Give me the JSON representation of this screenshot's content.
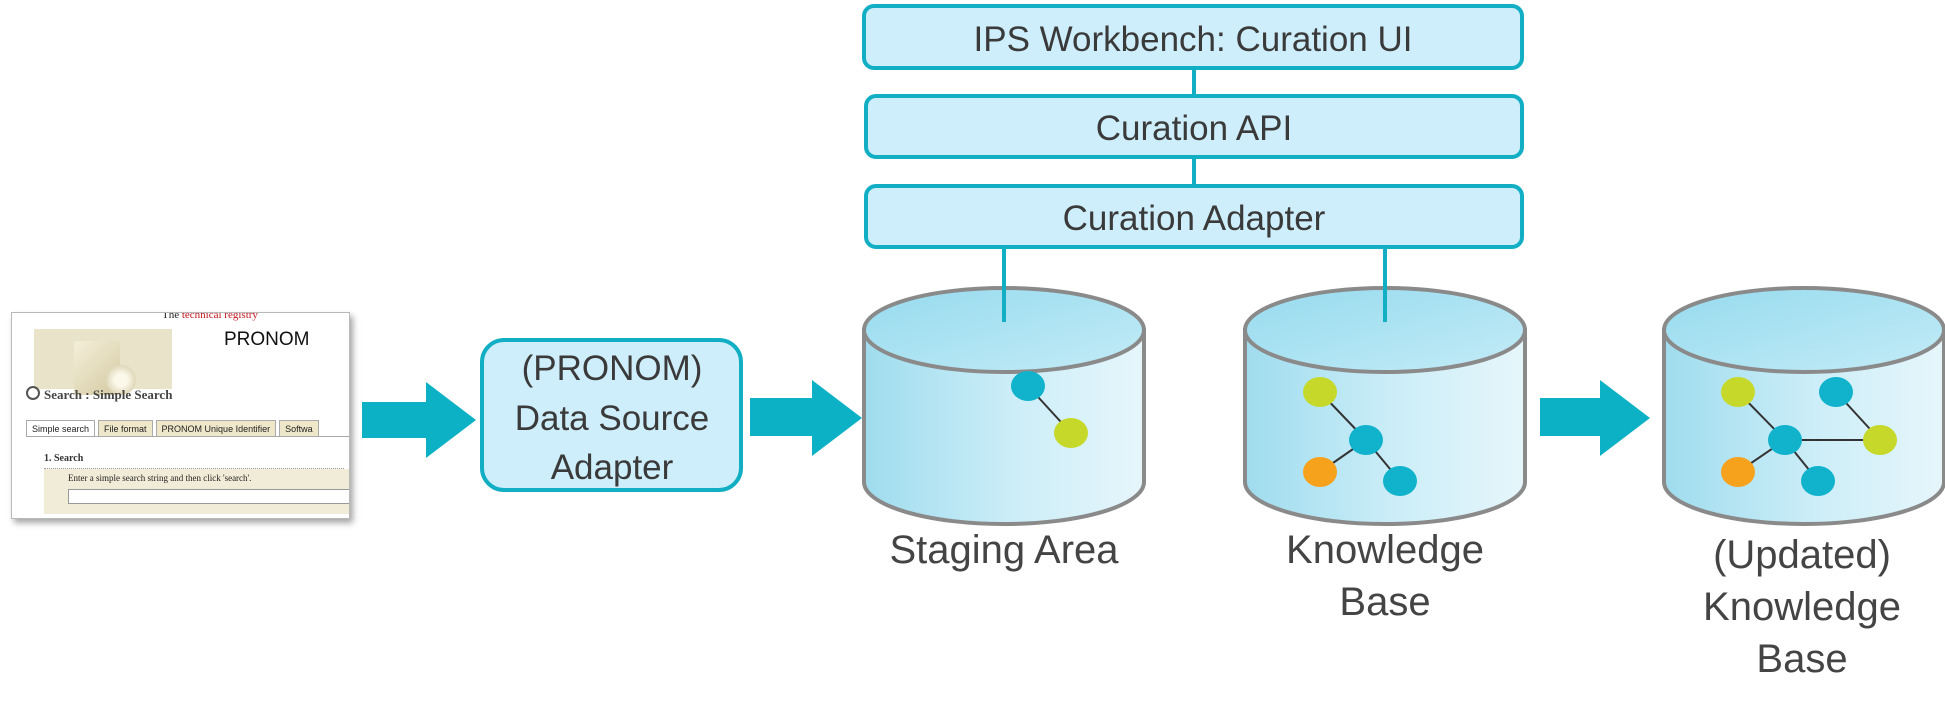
{
  "pronom_screenshot": {
    "registry_tagline_prefix": "The",
    "registry_tagline_highlight": "technical registry",
    "brand": "PRONOM",
    "search_heading": "Search : Simple Search",
    "tabs": [
      "Simple search",
      "File format",
      "PRONOM Unique Identifier",
      "Softwa"
    ],
    "step_heading": "1. Search",
    "hint": "Enter a simple search string and then click 'search'."
  },
  "adapter": {
    "lines": [
      "(PRONOM)",
      "Data Source",
      "Adapter"
    ]
  },
  "stack": {
    "workbench": "IPS Workbench: Curation UI",
    "api": "Curation API",
    "curation_adapter": "Curation Adapter"
  },
  "stores": {
    "staging": {
      "lines": [
        "Staging Area"
      ]
    },
    "knowledge_base": {
      "lines": [
        "Knowledge",
        "Base"
      ]
    },
    "updated_kb": {
      "lines": [
        "(Updated)",
        "Knowledge",
        "Base"
      ]
    }
  },
  "colors": {
    "arrow": "#0cb1c6",
    "box_fill": "#cdeefa",
    "box_stroke": "#12afc4",
    "cylinder_top": "#a9e2f2",
    "cylinder_body": "#cbeef8",
    "cylinder_stroke": "#8a8a8a",
    "node_teal": "#11b2cc",
    "node_lime": "#c6d92a",
    "node_orange": "#f6a21d",
    "text": "#3a3a3a"
  }
}
